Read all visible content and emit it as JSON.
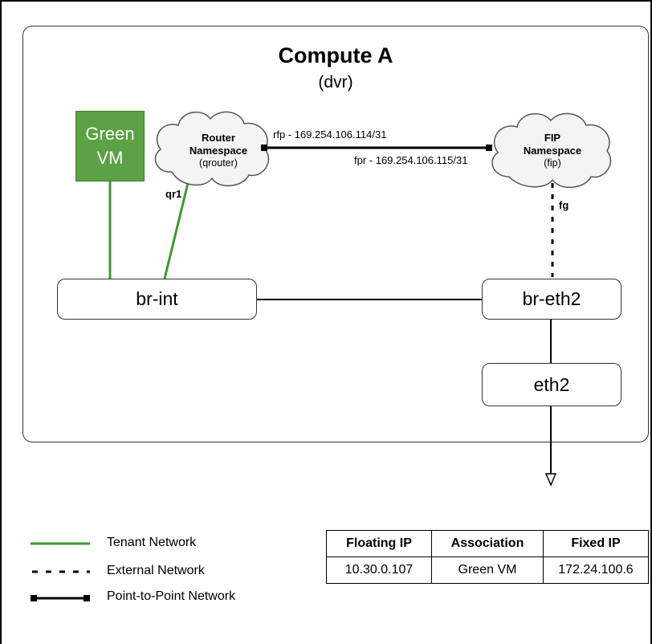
{
  "diagram": {
    "title": "Compute A",
    "subtitle": "(dvr)",
    "green_vm": {
      "line1": "Green",
      "line2": "VM"
    },
    "router_namespace": {
      "name1": "Router",
      "name2": "Namespace",
      "sub": "(qrouter)"
    },
    "fip_namespace": {
      "name1": "FIP",
      "name2": "Namespace",
      "sub": "(fip)"
    },
    "bridges": {
      "br_int": "br-int",
      "br_eth2": "br-eth2",
      "eth2": "eth2"
    },
    "labels": {
      "rfp": "rfp - 169.254.106.114/31",
      "fpr": "fpr - 169.254.106.115/31",
      "qr1": "qr1",
      "fg": "fg"
    },
    "colors": {
      "tenant": "#3a9b2c",
      "vm_fill": "#5aa244"
    }
  },
  "legend": [
    {
      "label": "Tenant Network",
      "style": "solid-green"
    },
    {
      "label": "External Network",
      "style": "dashed-black"
    },
    {
      "label": "Point-to-Point Network",
      "style": "solid-black-endpoints"
    }
  ],
  "table": {
    "headers": [
      "Floating IP",
      "Association",
      "Fixed IP"
    ],
    "rows": [
      [
        "10.30.0.107",
        "Green VM",
        "172.24.100.6"
      ]
    ]
  }
}
